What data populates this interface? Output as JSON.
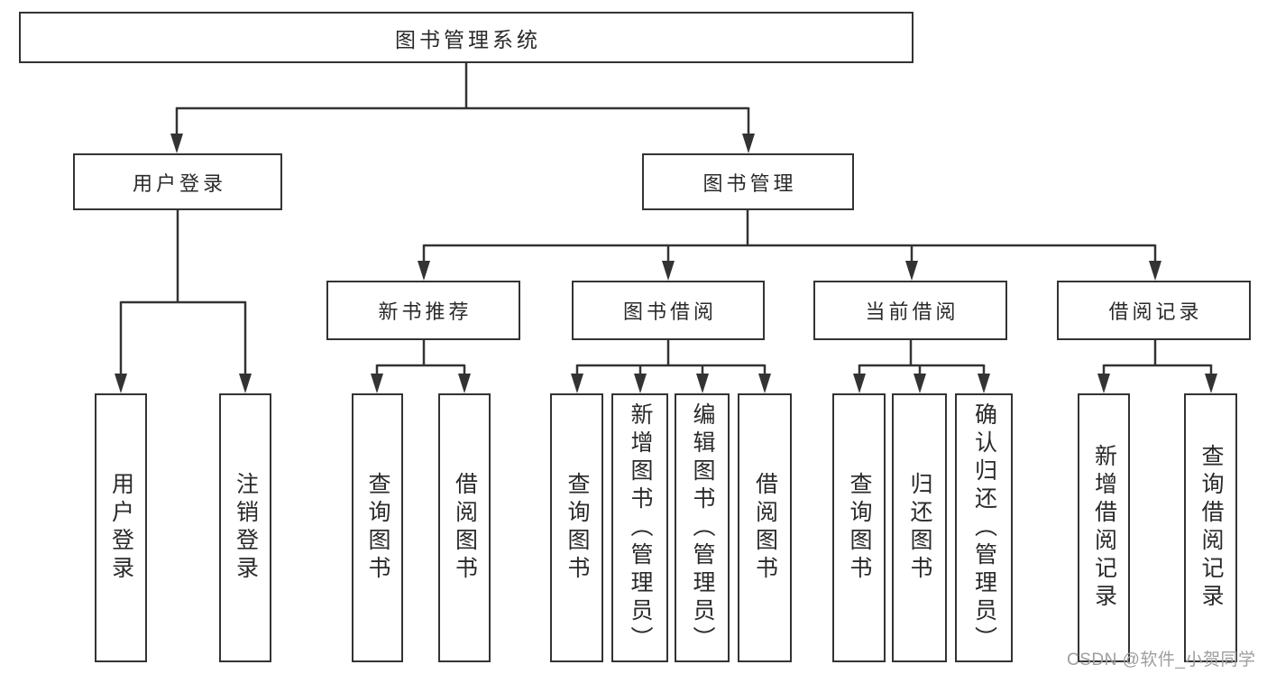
{
  "diagram": {
    "title_node": {
      "label": "图书管理系统"
    },
    "level2": [
      {
        "label": "用户登录"
      },
      {
        "label": "图书管理"
      }
    ],
    "level3": [
      {
        "label": "新书推荐"
      },
      {
        "label": "图书借阅"
      },
      {
        "label": "当前借阅"
      },
      {
        "label": "借阅记录"
      }
    ],
    "leaves": {
      "user_login": [
        "用户登录",
        "注销登录"
      ],
      "new_book_recommend": [
        "查询图书",
        "借阅图书"
      ],
      "book_borrow": [
        "查询图书",
        "新增图书（管理员）",
        "编辑图书（管理员）",
        "借阅图书"
      ],
      "current_borrow": [
        "查询图书",
        "归还图书",
        "确认归还（管理员）"
      ],
      "borrow_records": [
        "新增借阅记录",
        "查询借阅记录"
      ]
    }
  },
  "watermark": {
    "text": "CSDN @软件_小贺同学"
  },
  "colors": {
    "line": "#333333",
    "text": "#2a2a2a",
    "background": "#ffffff",
    "watermark": "#9e9e9e"
  }
}
